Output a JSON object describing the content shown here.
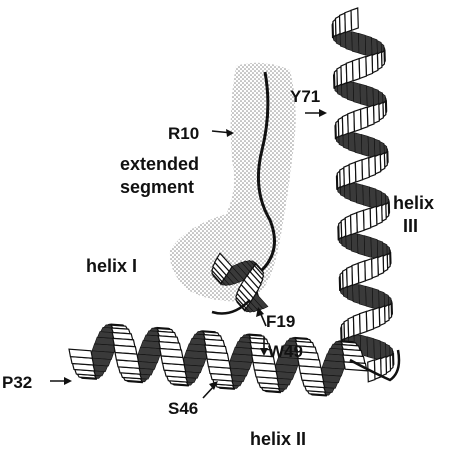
{
  "labels": {
    "r10": "R10",
    "y71": "Y71",
    "extended_1": "extended",
    "extended_2": "segment",
    "helix_i": "helix I",
    "helix_iii_1": "helix",
    "helix_iii_2": "III",
    "f19": "F19",
    "w49": "W49",
    "p32": "P32",
    "s46": "S46",
    "helix_ii": "helix II"
  },
  "colors": {
    "ink": "#111111",
    "ribbon_front": "#ffffff",
    "ribbon_back": "#3a3a3a",
    "stipple": "#9a9a9a"
  }
}
